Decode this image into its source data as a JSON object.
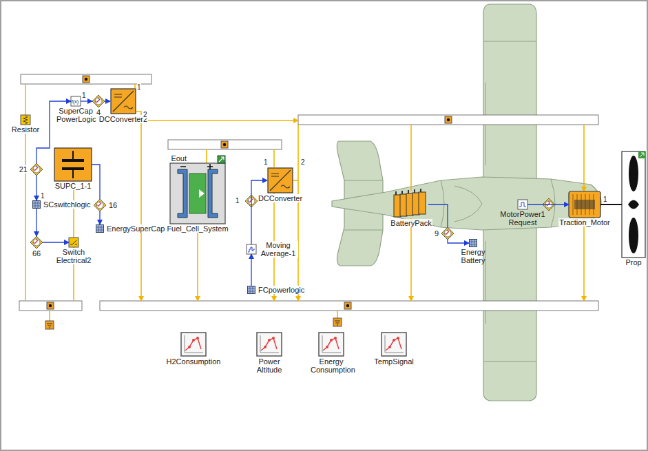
{
  "diagram": {
    "nodes": [
      {
        "text": [
          "Resistor"
        ]
      },
      {
        "text": [
          "SuperCap PowerLogic"
        ]
      },
      {
        "text": [
          "4"
        ]
      },
      {
        "text": [
          "DCConverter2"
        ]
      },
      {
        "text": [
          "21"
        ]
      },
      {
        "text": [
          "SUPC_1-1"
        ]
      },
      {
        "text": [
          "SCswitchlogic"
        ]
      },
      {
        "text": [
          "16"
        ]
      },
      {
        "text": [
          "EnergySuperCap"
        ]
      },
      {
        "text": [
          "66"
        ]
      },
      {
        "text": [
          "Switch Electrical2"
        ]
      },
      {
        "text": [
          "Eout",
          "Fuel_Cell_System"
        ]
      },
      {
        "text": [
          "DCConverter"
        ]
      },
      {
        "text": [
          "Moving Average-1"
        ]
      },
      {
        "text": [
          "FCpowerlogic"
        ]
      },
      {
        "text": [
          "BatteryPack"
        ]
      },
      {
        "text": [
          "9"
        ]
      },
      {
        "text": [
          "Energy Battery"
        ]
      },
      {
        "text": [
          "MotorPower1 Request"
        ]
      },
      {
        "text": [
          "Traction_Motor"
        ]
      },
      {
        "text": [
          "Prop"
        ]
      },
      {
        "text": [
          "H2Consumption"
        ]
      },
      {
        "text": [
          "Power Altitude"
        ]
      },
      {
        "text": [
          "Energy Consumption"
        ]
      },
      {
        "text": [
          "TempSignal"
        ]
      }
    ],
    "edges": [
      {
        "from": 1,
        "to": 2,
        "arrow": "to"
      },
      {
        "from": 2,
        "to": 3,
        "arrow": "to"
      },
      {
        "from": 4,
        "to": 1,
        "arrow": "to"
      },
      {
        "from": 4,
        "to": 6,
        "arrow": "to"
      },
      {
        "from": 6,
        "to": 9,
        "arrow": "to"
      },
      {
        "from": 9,
        "to": 10,
        "arrow": "to"
      },
      {
        "from": 5,
        "to": 7,
        "arrow": "none"
      },
      {
        "from": 7,
        "to": 8,
        "arrow": "to"
      },
      {
        "from": 14,
        "to": 13,
        "arrow": "to"
      },
      {
        "from": 13,
        "to": 12,
        "arrow": "to"
      },
      {
        "from": 15,
        "to": 16,
        "arrow": "none"
      },
      {
        "from": 16,
        "to": 17,
        "arrow": "to"
      },
      {
        "from": 18,
        "to": 19,
        "arrow": "to"
      },
      {
        "from": 19,
        "to": 20,
        "arrow": "none"
      }
    ],
    "labels": [
      "f(x)",
      "1",
      "1",
      "2",
      "1",
      "1",
      "2",
      "1",
      "1"
    ]
  }
}
